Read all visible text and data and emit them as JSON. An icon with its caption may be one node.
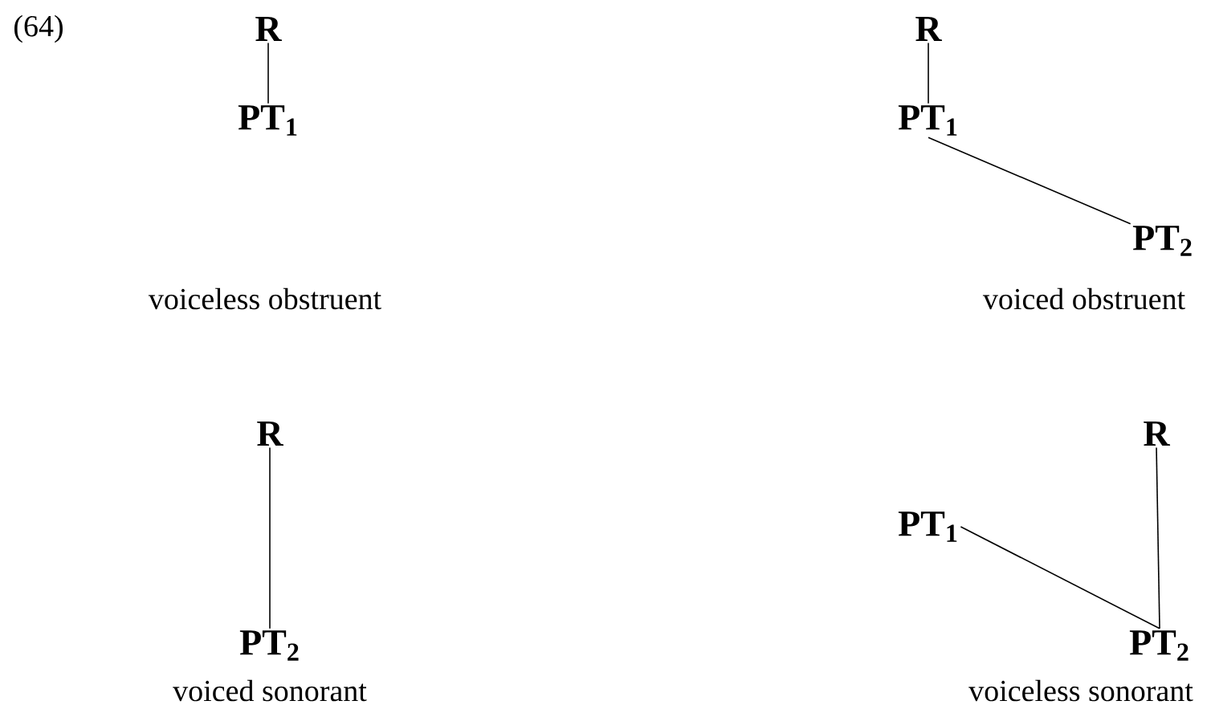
{
  "diagram": {
    "nodes": [
      {
        "text": [
          "R"
        ]
      },
      {
        "text": [
          "PT$_{1}$"
        ]
      },
      {
        "text": [
          "R"
        ]
      },
      {
        "text": [
          "PT$_{1}$"
        ]
      },
      {
        "text": [
          "PT$_{2}$"
        ]
      },
      {
        "text": [
          "R"
        ]
      },
      {
        "text": [
          "PT$_{2}$"
        ]
      },
      {
        "text": [
          "R"
        ]
      },
      {
        "text": [
          "PT$_{1}$"
        ]
      },
      {
        "text": [
          "PT$_{2}$"
        ]
      }
    ],
    "edges": [
      {
        "from": 0,
        "to": 1,
        "arrow": "none"
      },
      {
        "from": 2,
        "to": 3,
        "arrow": "none"
      },
      {
        "from": 3,
        "to": 4,
        "arrow": "none"
      },
      {
        "from": 5,
        "to": 6,
        "arrow": "none"
      },
      {
        "from": 7,
        "to": 9,
        "arrow": "none"
      },
      {
        "from": 8,
        "to": 9,
        "arrow": "none"
      }
    ],
    "labels": [
      "(64)",
      "voiceless obstruent",
      "voiced obstruent",
      "voiced sonorant",
      "voiceless sonorant"
    ]
  }
}
